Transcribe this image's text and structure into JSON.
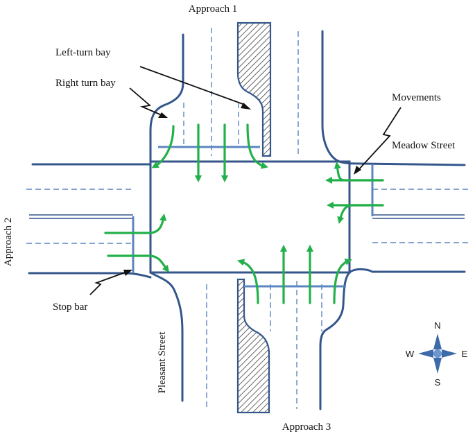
{
  "labels": {
    "approach_1": "Approach 1",
    "approach_2": "Approach 2",
    "approach_3": "Approach 3",
    "left_turn_bay": "Left-turn bay",
    "right_turn_bay": "Right turn bay",
    "movements": "Movements",
    "meadow_street": "Meadow Street",
    "pleasant_street": "Pleasant Street",
    "stop_bar": "Stop bar"
  },
  "compass": {
    "north": "N",
    "east": "E",
    "south": "S",
    "west": "W"
  },
  "colors": {
    "curb": "#34568b",
    "lane_line": "#5b86c0",
    "movement_arrow": "#22b04a",
    "compass": "#3d6aa8",
    "text": "#111111"
  }
}
